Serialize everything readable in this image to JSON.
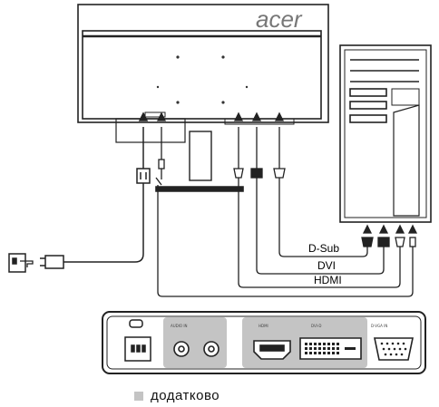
{
  "brand": {
    "logo_text": "acer"
  },
  "labels": {
    "dsub": "D-Sub",
    "dvi": "DVI",
    "hdmi": "HDMI"
  },
  "panel": {
    "audio_in": "AUDIO IN",
    "hdmi": "HDMI",
    "dvi": "DVI-D",
    "vga": "D-VGA IN"
  },
  "legend": {
    "text": "додатково",
    "color": "#c4c4c4"
  },
  "colors": {
    "line": "#222222",
    "optional_highlight": "#c4c4c4"
  }
}
